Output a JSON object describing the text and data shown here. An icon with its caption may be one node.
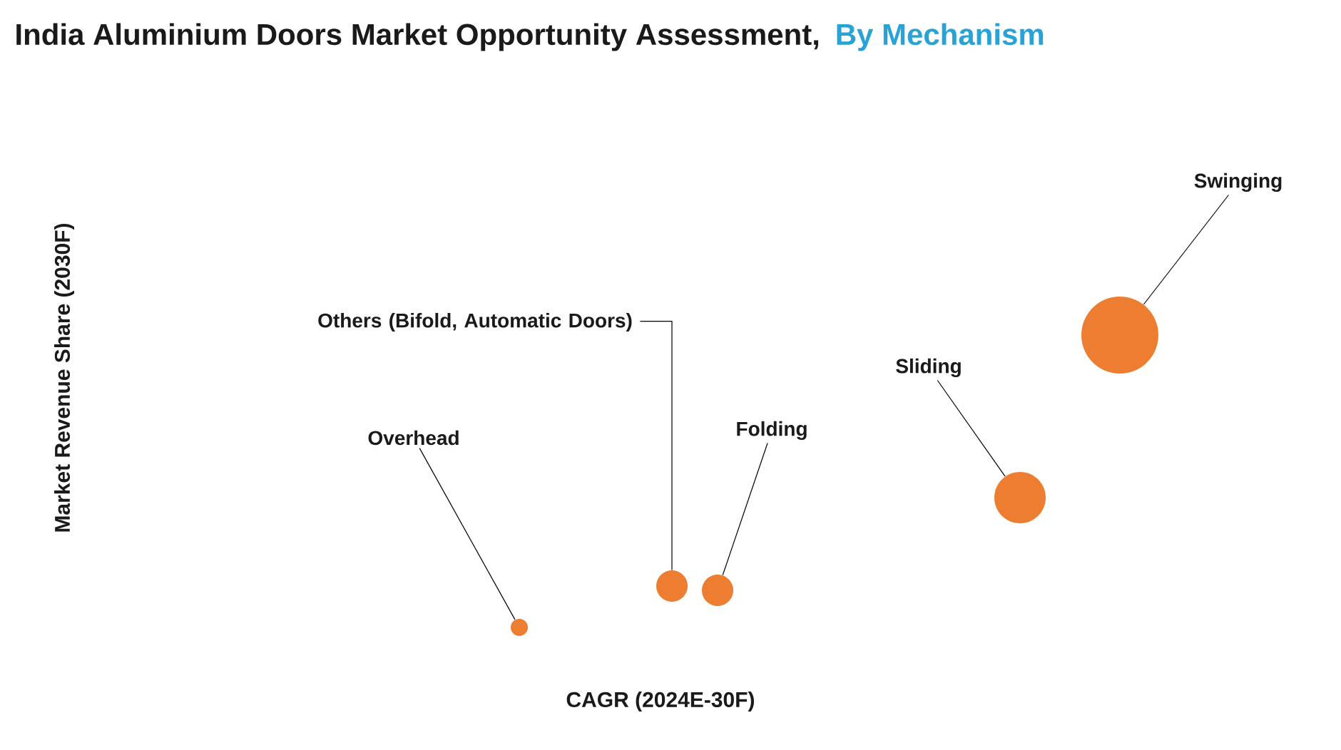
{
  "diagram": {
    "title": "India Aluminium Doors Market Opportunity Assessment,",
    "nodes": [
      {
        "text": [
          "Swinging"
        ]
      },
      {
        "text": [
          "Others (Bifold, Automatic Doors)"
        ]
      },
      {
        "text": [
          "Sliding"
        ]
      },
      {
        "text": [
          "Folding"
        ]
      },
      {
        "text": [
          "Overhead"
        ]
      },
      {
        "text": [],
        "shape": "circle"
      },
      {
        "text": [],
        "shape": "circle"
      },
      {
        "text": [],
        "shape": "circle"
      },
      {
        "text": [],
        "shape": "circle"
      },
      {
        "text": [],
        "shape": "circle"
      }
    ],
    "edges": [
      {
        "from": 0,
        "to": 9,
        "arrow": "none"
      },
      {
        "from": 1,
        "to": 6,
        "arrow": "none"
      },
      {
        "from": 2,
        "to": 8,
        "arrow": "none"
      },
      {
        "from": 3,
        "to": 7,
        "arrow": "none"
      },
      {
        "from": 4,
        "to": 5,
        "arrow": "none"
      }
    ],
    "labels": [
      "By Mechanism",
      "Market Revenue Share (2030F)",
      "CAGR (2024E-30F)"
    ]
  }
}
